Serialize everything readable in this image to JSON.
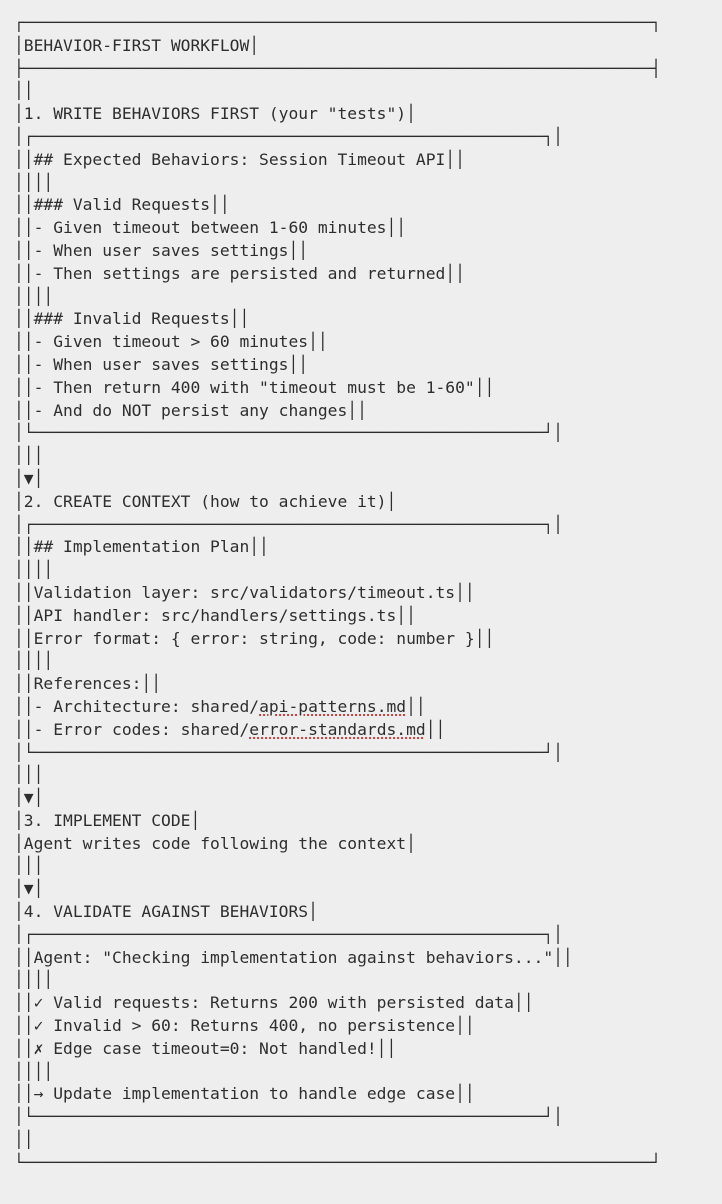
{
  "colors": {
    "background": "#eeeeee",
    "ink": "#2e2e2e",
    "spellcheck_underline": "#d24040"
  },
  "diagram": {
    "title": "BEHAVIOR-FIRST WORKFLOW",
    "steps": [
      {
        "label": "1. WRITE BEHAVIORS FIRST (your \"tests\")",
        "box": [
          "## Expected Behaviors: Session Timeout API",
          "",
          "### Valid Requests",
          "- Given timeout between 1-60 minutes",
          "- When user saves settings",
          "- Then settings are persisted and returned",
          "",
          "### Invalid Requests",
          "- Given timeout > 60 minutes",
          "- When user saves settings",
          "- Then return 400 with \"timeout must be 1-60\"",
          "- And do NOT persist any changes"
        ]
      },
      {
        "label": "2. CREATE CONTEXT (how to achieve it)",
        "box": [
          "## Implementation Plan",
          "",
          "Validation layer: src/validators/timeout.ts",
          "API handler: src/handlers/settings.ts",
          "Error format: { error: string, code: number }",
          "",
          "References:",
          "- Architecture: shared/api-patterns.md",
          "- Error codes: shared/error-standards.md"
        ]
      },
      {
        "label": "3. IMPLEMENT CODE",
        "subtext": "Agent writes code following the context"
      },
      {
        "label": "4. VALIDATE AGAINST BEHAVIORS",
        "box": [
          "Agent: \"Checking implementation against behaviors...\"",
          "",
          "✓ Valid requests: Returns 200 with persisted data",
          "✓ Invalid > 60: Returns 400, no persistence",
          "✗ Edge case timeout=0: Not handled!",
          "",
          "→ Update implementation to handle edge case"
        ]
      }
    ],
    "connector_glyphs": {
      "stem": "│",
      "arrowhead": "▼"
    }
  },
  "spellcheck_tokens": [
    "api-patterns.md",
    "error-standards.md"
  ],
  "ascii_layout": {
    "lines": [
      {
        "rule": [
          0,
          65,
          "┌",
          "┐"
        ]
      },
      {
        "frags": [
          [
            0,
            "│"
          ],
          [
            16,
            "BEHAVIOR-FIRST WORKFLOW"
          ],
          [
            66,
            "│"
          ]
        ]
      },
      {
        "rule": [
          0,
          65,
          "├",
          "┤"
        ]
      },
      {
        "frags": [
          [
            0,
            "│"
          ],
          [
            66,
            "│"
          ]
        ]
      },
      {
        "frags": [
          [
            0,
            "│"
          ],
          [
            3,
            "1. WRITE BEHAVIORS FIRST (your \"tests\")"
          ],
          [
            65,
            "│"
          ]
        ]
      },
      {
        "rule": [
          6,
          59,
          "┌",
          "┐"
        ],
        "frags": [
          [
            0,
            "│"
          ],
          [
            65,
            "│"
          ]
        ]
      },
      {
        "frags": [
          [
            0,
            "│"
          ],
          [
            6,
            "│"
          ],
          [
            8,
            "## Expected Behaviors: Session Timeout API"
          ],
          [
            59,
            "│"
          ],
          [
            65,
            "│"
          ]
        ]
      },
      {
        "frags": [
          [
            0,
            "│"
          ],
          [
            6,
            "│"
          ],
          [
            59,
            "│"
          ],
          [
            65,
            "│"
          ]
        ]
      },
      {
        "frags": [
          [
            0,
            "│"
          ],
          [
            6,
            "│"
          ],
          [
            8,
            "### Valid Requests"
          ],
          [
            59,
            "│"
          ],
          [
            65,
            "│"
          ]
        ]
      },
      {
        "frags": [
          [
            0,
            "│"
          ],
          [
            6,
            "│"
          ],
          [
            8,
            "- Given timeout between 1-60 minutes"
          ],
          [
            59,
            "│"
          ],
          [
            65,
            "│"
          ]
        ]
      },
      {
        "frags": [
          [
            0,
            "│"
          ],
          [
            6,
            "│"
          ],
          [
            8,
            "- When user saves settings"
          ],
          [
            59,
            "│"
          ],
          [
            65,
            "│"
          ]
        ]
      },
      {
        "frags": [
          [
            0,
            "│"
          ],
          [
            6,
            "│"
          ],
          [
            8,
            "- Then settings are persisted and returned"
          ],
          [
            59,
            "│"
          ],
          [
            65,
            "│"
          ]
        ]
      },
      {
        "frags": [
          [
            0,
            "│"
          ],
          [
            6,
            "│"
          ],
          [
            59,
            "│"
          ],
          [
            65,
            "│"
          ]
        ]
      },
      {
        "frags": [
          [
            0,
            "│"
          ],
          [
            6,
            "│"
          ],
          [
            8,
            "### Invalid Requests"
          ],
          [
            59,
            "│"
          ],
          [
            65,
            "│"
          ]
        ]
      },
      {
        "frags": [
          [
            0,
            "│"
          ],
          [
            6,
            "│"
          ],
          [
            8,
            "- Given timeout > 60 minutes"
          ],
          [
            59,
            "│"
          ],
          [
            65,
            "│"
          ]
        ]
      },
      {
        "frags": [
          [
            0,
            "│"
          ],
          [
            6,
            "│"
          ],
          [
            8,
            "- When user saves settings"
          ],
          [
            59,
            "│"
          ],
          [
            65,
            "│"
          ]
        ]
      },
      {
        "frags": [
          [
            0,
            "│"
          ],
          [
            6,
            "│"
          ],
          [
            8,
            "- Then return 400 with \"timeout must be 1-60\""
          ],
          [
            59,
            "│"
          ],
          [
            65,
            "│"
          ]
        ]
      },
      {
        "frags": [
          [
            0,
            "│"
          ],
          [
            6,
            "│"
          ],
          [
            8,
            "- And do NOT persist any changes"
          ],
          [
            59,
            "│"
          ],
          [
            65,
            "│"
          ]
        ]
      },
      {
        "rule": [
          6,
          59,
          "└",
          "┘"
        ],
        "frags": [
          [
            0,
            "│"
          ],
          [
            65,
            "│"
          ]
        ]
      },
      {
        "frags": [
          [
            0,
            "│"
          ],
          [
            28,
            "│"
          ],
          [
            66,
            "│"
          ]
        ]
      },
      {
        "frags": [
          [
            0,
            "│"
          ],
          [
            28,
            "▼"
          ],
          [
            66,
            "│"
          ]
        ]
      },
      {
        "frags": [
          [
            0,
            "│"
          ],
          [
            3,
            "2. CREATE CONTEXT (how to achieve it)"
          ],
          [
            65,
            "│"
          ]
        ]
      },
      {
        "rule": [
          6,
          59,
          "┌",
          "┐"
        ],
        "frags": [
          [
            0,
            "│"
          ],
          [
            65,
            "│"
          ]
        ]
      },
      {
        "frags": [
          [
            0,
            "│"
          ],
          [
            6,
            "│"
          ],
          [
            8,
            "## Implementation Plan"
          ],
          [
            59,
            "│"
          ],
          [
            65,
            "│"
          ]
        ]
      },
      {
        "frags": [
          [
            0,
            "│"
          ],
          [
            6,
            "│"
          ],
          [
            59,
            "│"
          ],
          [
            65,
            "│"
          ]
        ]
      },
      {
        "frags": [
          [
            0,
            "│"
          ],
          [
            6,
            "│"
          ],
          [
            8,
            "Validation layer: src/validators/timeout.ts"
          ],
          [
            58,
            "│"
          ],
          [
            64,
            "│"
          ]
        ]
      },
      {
        "frags": [
          [
            0,
            "│"
          ],
          [
            6,
            "│"
          ],
          [
            8,
            "API handler: src/handlers/settings.ts"
          ],
          [
            58,
            "│"
          ],
          [
            64,
            "│"
          ]
        ]
      },
      {
        "frags": [
          [
            0,
            "│"
          ],
          [
            6,
            "│"
          ],
          [
            8,
            "Error format: { error: string, code: number }"
          ],
          [
            58,
            "│"
          ],
          [
            64,
            "│"
          ]
        ]
      },
      {
        "frags": [
          [
            0,
            "│"
          ],
          [
            6,
            "│"
          ],
          [
            59,
            "│"
          ],
          [
            65,
            "│"
          ]
        ]
      },
      {
        "frags": [
          [
            0,
            "│"
          ],
          [
            6,
            "│"
          ],
          [
            8,
            "References:"
          ],
          [
            59,
            "│"
          ],
          [
            65,
            "│"
          ]
        ]
      },
      {
        "frags": [
          [
            0,
            "│"
          ],
          [
            6,
            "│"
          ],
          [
            8,
            "- Architecture: shared/api-patterns.md"
          ],
          [
            58,
            "│"
          ],
          [
            64,
            "│"
          ]
        ]
      },
      {
        "frags": [
          [
            0,
            "│"
          ],
          [
            6,
            "│"
          ],
          [
            8,
            "- Error codes: shared/error-standards.md"
          ],
          [
            58,
            "│"
          ],
          [
            64,
            "│"
          ]
        ]
      },
      {
        "rule": [
          6,
          59,
          "└",
          "┘"
        ],
        "frags": [
          [
            0,
            "│"
          ],
          [
            65,
            "│"
          ]
        ]
      },
      {
        "frags": [
          [
            0,
            "│"
          ],
          [
            28,
            "│"
          ],
          [
            66,
            "│"
          ]
        ]
      },
      {
        "frags": [
          [
            0,
            "│"
          ],
          [
            28,
            "▼"
          ],
          [
            66,
            "│"
          ]
        ]
      },
      {
        "frags": [
          [
            0,
            "│"
          ],
          [
            3,
            "3. IMPLEMENT CODE"
          ],
          [
            65,
            "│"
          ]
        ]
      },
      {
        "frags": [
          [
            0,
            "│"
          ],
          [
            6,
            "Agent writes code following the context"
          ],
          [
            65,
            "│"
          ]
        ]
      },
      {
        "frags": [
          [
            0,
            "│"
          ],
          [
            28,
            "│"
          ],
          [
            66,
            "│"
          ]
        ]
      },
      {
        "frags": [
          [
            0,
            "│"
          ],
          [
            28,
            "▼"
          ],
          [
            66,
            "│"
          ]
        ]
      },
      {
        "frags": [
          [
            0,
            "│"
          ],
          [
            3,
            "4. VALIDATE AGAINST BEHAVIORS"
          ],
          [
            65,
            "│"
          ]
        ]
      },
      {
        "rule": [
          6,
          59,
          "┌",
          "┐"
        ],
        "frags": [
          [
            0,
            "│"
          ],
          [
            65,
            "│"
          ]
        ]
      },
      {
        "frags": [
          [
            0,
            "│"
          ],
          [
            6,
            "│"
          ],
          [
            8,
            "Agent: \"Checking implementation against behaviors...\""
          ],
          [
            62,
            "│"
          ],
          [
            68,
            "│"
          ]
        ]
      },
      {
        "frags": [
          [
            0,
            "│"
          ],
          [
            6,
            "│"
          ],
          [
            59,
            "│"
          ],
          [
            65,
            "│"
          ]
        ]
      },
      {
        "frags": [
          [
            0,
            "│"
          ],
          [
            6,
            "│"
          ],
          [
            8,
            "✓ Valid requests: Returns 200 with persisted data"
          ],
          [
            59,
            "│"
          ],
          [
            65,
            "│"
          ]
        ]
      },
      {
        "frags": [
          [
            0,
            "│"
          ],
          [
            6,
            "│"
          ],
          [
            8,
            "✓ Invalid > 60: Returns 400, no persistence"
          ],
          [
            58,
            "│"
          ],
          [
            64,
            "│"
          ]
        ]
      },
      {
        "frags": [
          [
            0,
            "│"
          ],
          [
            6,
            "│"
          ],
          [
            8,
            "✗ Edge case timeout=0: Not handled!"
          ],
          [
            58,
            "│"
          ],
          [
            64,
            "│"
          ]
        ]
      },
      {
        "frags": [
          [
            0,
            "│"
          ],
          [
            6,
            "│"
          ],
          [
            59,
            "│"
          ],
          [
            65,
            "│"
          ]
        ]
      },
      {
        "frags": [
          [
            0,
            "│"
          ],
          [
            6,
            "│"
          ],
          [
            8,
            "→ Update implementation to handle edge case"
          ],
          [
            58,
            "│"
          ],
          [
            64,
            "│"
          ]
        ]
      },
      {
        "rule": [
          6,
          59,
          "└",
          "┘"
        ],
        "frags": [
          [
            0,
            "│"
          ],
          [
            65,
            "│"
          ]
        ]
      },
      {
        "frags": [
          [
            0,
            "│"
          ],
          [
            66,
            "│"
          ]
        ]
      },
      {
        "rule": [
          0,
          65,
          "└",
          "┘"
        ]
      }
    ]
  }
}
